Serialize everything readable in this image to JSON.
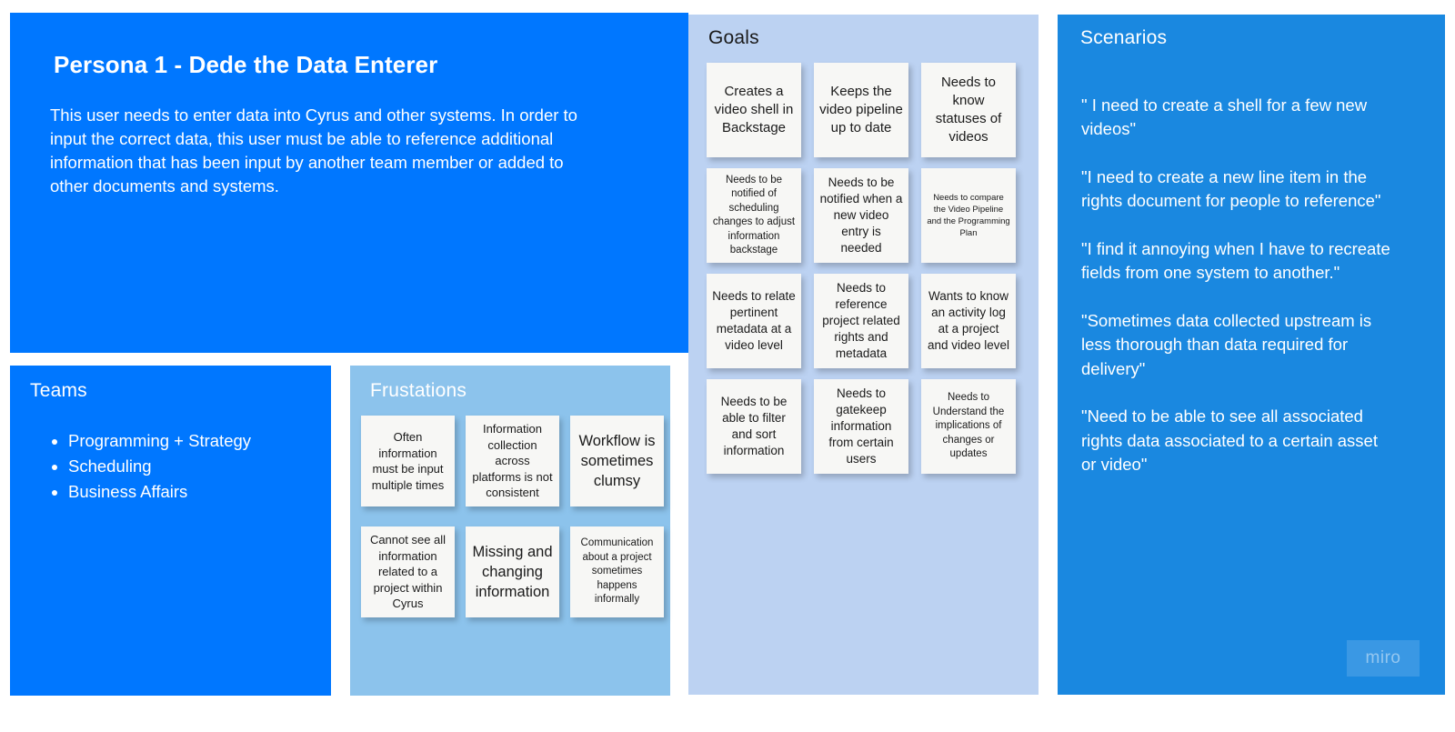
{
  "persona": {
    "title": "Persona 1 - Dede the Data Enterer",
    "description": "This user needs to enter data into Cyrus and other systems. In order to input the correct data, this user must be able to reference additional information that has been input by another team member or added to other documents and systems.",
    "background_color": "#0077ff"
  },
  "teams": {
    "title": "Teams",
    "background_color": "#0077ff",
    "items": [
      {
        "label": "Programming + Strategy"
      },
      {
        "label": "Scheduling"
      },
      {
        "label": "Business Affairs"
      }
    ]
  },
  "frustations": {
    "title": "Frustations",
    "background_color": "#8cc3ec",
    "rows": [
      [
        {
          "text": "Often information must be input multiple times",
          "size": "s-md"
        },
        {
          "text": "Information collection across platforms is not consistent",
          "size": "s-md"
        },
        {
          "text": "Workflow is sometimes clumsy",
          "size": "s-lg"
        }
      ],
      [
        {
          "text": "Cannot see all information related to a project within Cyrus",
          "size": "s-md"
        },
        {
          "text": "Missing and changing information",
          "size": "s-lg"
        },
        {
          "text": "Communication about a project sometimes happens informally",
          "size": "s-sm"
        }
      ]
    ]
  },
  "goals": {
    "title": "Goals",
    "background_color": "#bcd2f2",
    "rows": [
      [
        {
          "text": "Creates a video shell in Backstage",
          "size": "s-lg"
        },
        {
          "text": "Keeps the video pipeline up to date",
          "size": "s-lg"
        },
        {
          "text": "Needs to know statuses of videos",
          "size": "s-lg"
        }
      ],
      [
        {
          "text": "Needs to be notified of scheduling changes to adjust information backstage",
          "size": "s-sm"
        },
        {
          "text": "Needs to be notified when a new video entry is needed",
          "size": "s-md"
        },
        {
          "text": "Needs to compare the Video Pipeline and the Programming Plan",
          "size": "s-xs"
        }
      ],
      [
        {
          "text": "Needs to relate pertinent metadata at a video level",
          "size": "s-md"
        },
        {
          "text": "Needs to reference project related rights and metadata",
          "size": "s-md"
        },
        {
          "text": "Wants to know an activity log at a project and video level",
          "size": "s-md"
        }
      ],
      [
        {
          "text": "Needs to be able to filter and sort information",
          "size": "s-md"
        },
        {
          "text": "Needs to gatekeep information from certain users",
          "size": "s-md"
        },
        {
          "text": "Needs to Understand the implications of changes or updates",
          "size": "s-sm"
        }
      ]
    ]
  },
  "scenarios": {
    "title": "Scenarios",
    "background_color": "#1a88e0",
    "quotes": [
      {
        "text": "\" I need to create a shell for a few new videos\""
      },
      {
        "text": "\"I need to create a new line item in the rights document for people to reference\""
      },
      {
        "text": "\"I find it annoying when I have to recreate fields from one system to another.\""
      },
      {
        "text": "\"Sometimes data collected upstream is less thorough than data required for delivery\""
      },
      {
        "text": "\"Need to be able to see all associated rights data associated to a certain asset or video\""
      }
    ]
  },
  "watermark": {
    "label": "miro"
  }
}
